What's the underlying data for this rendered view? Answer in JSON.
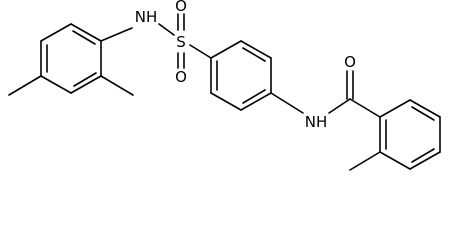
{
  "structure": {
    "atoms": {
      "nh_sulfonamide": "NH",
      "sulfur": "S",
      "oxygen_sulfonyl_top": "O",
      "oxygen_sulfonyl_bottom": "O",
      "nh_amide": "NH",
      "oxygen_carbonyl": "O"
    },
    "colors": {
      "bond": "#000000",
      "label": "#000000",
      "background": "#ffffff"
    }
  }
}
